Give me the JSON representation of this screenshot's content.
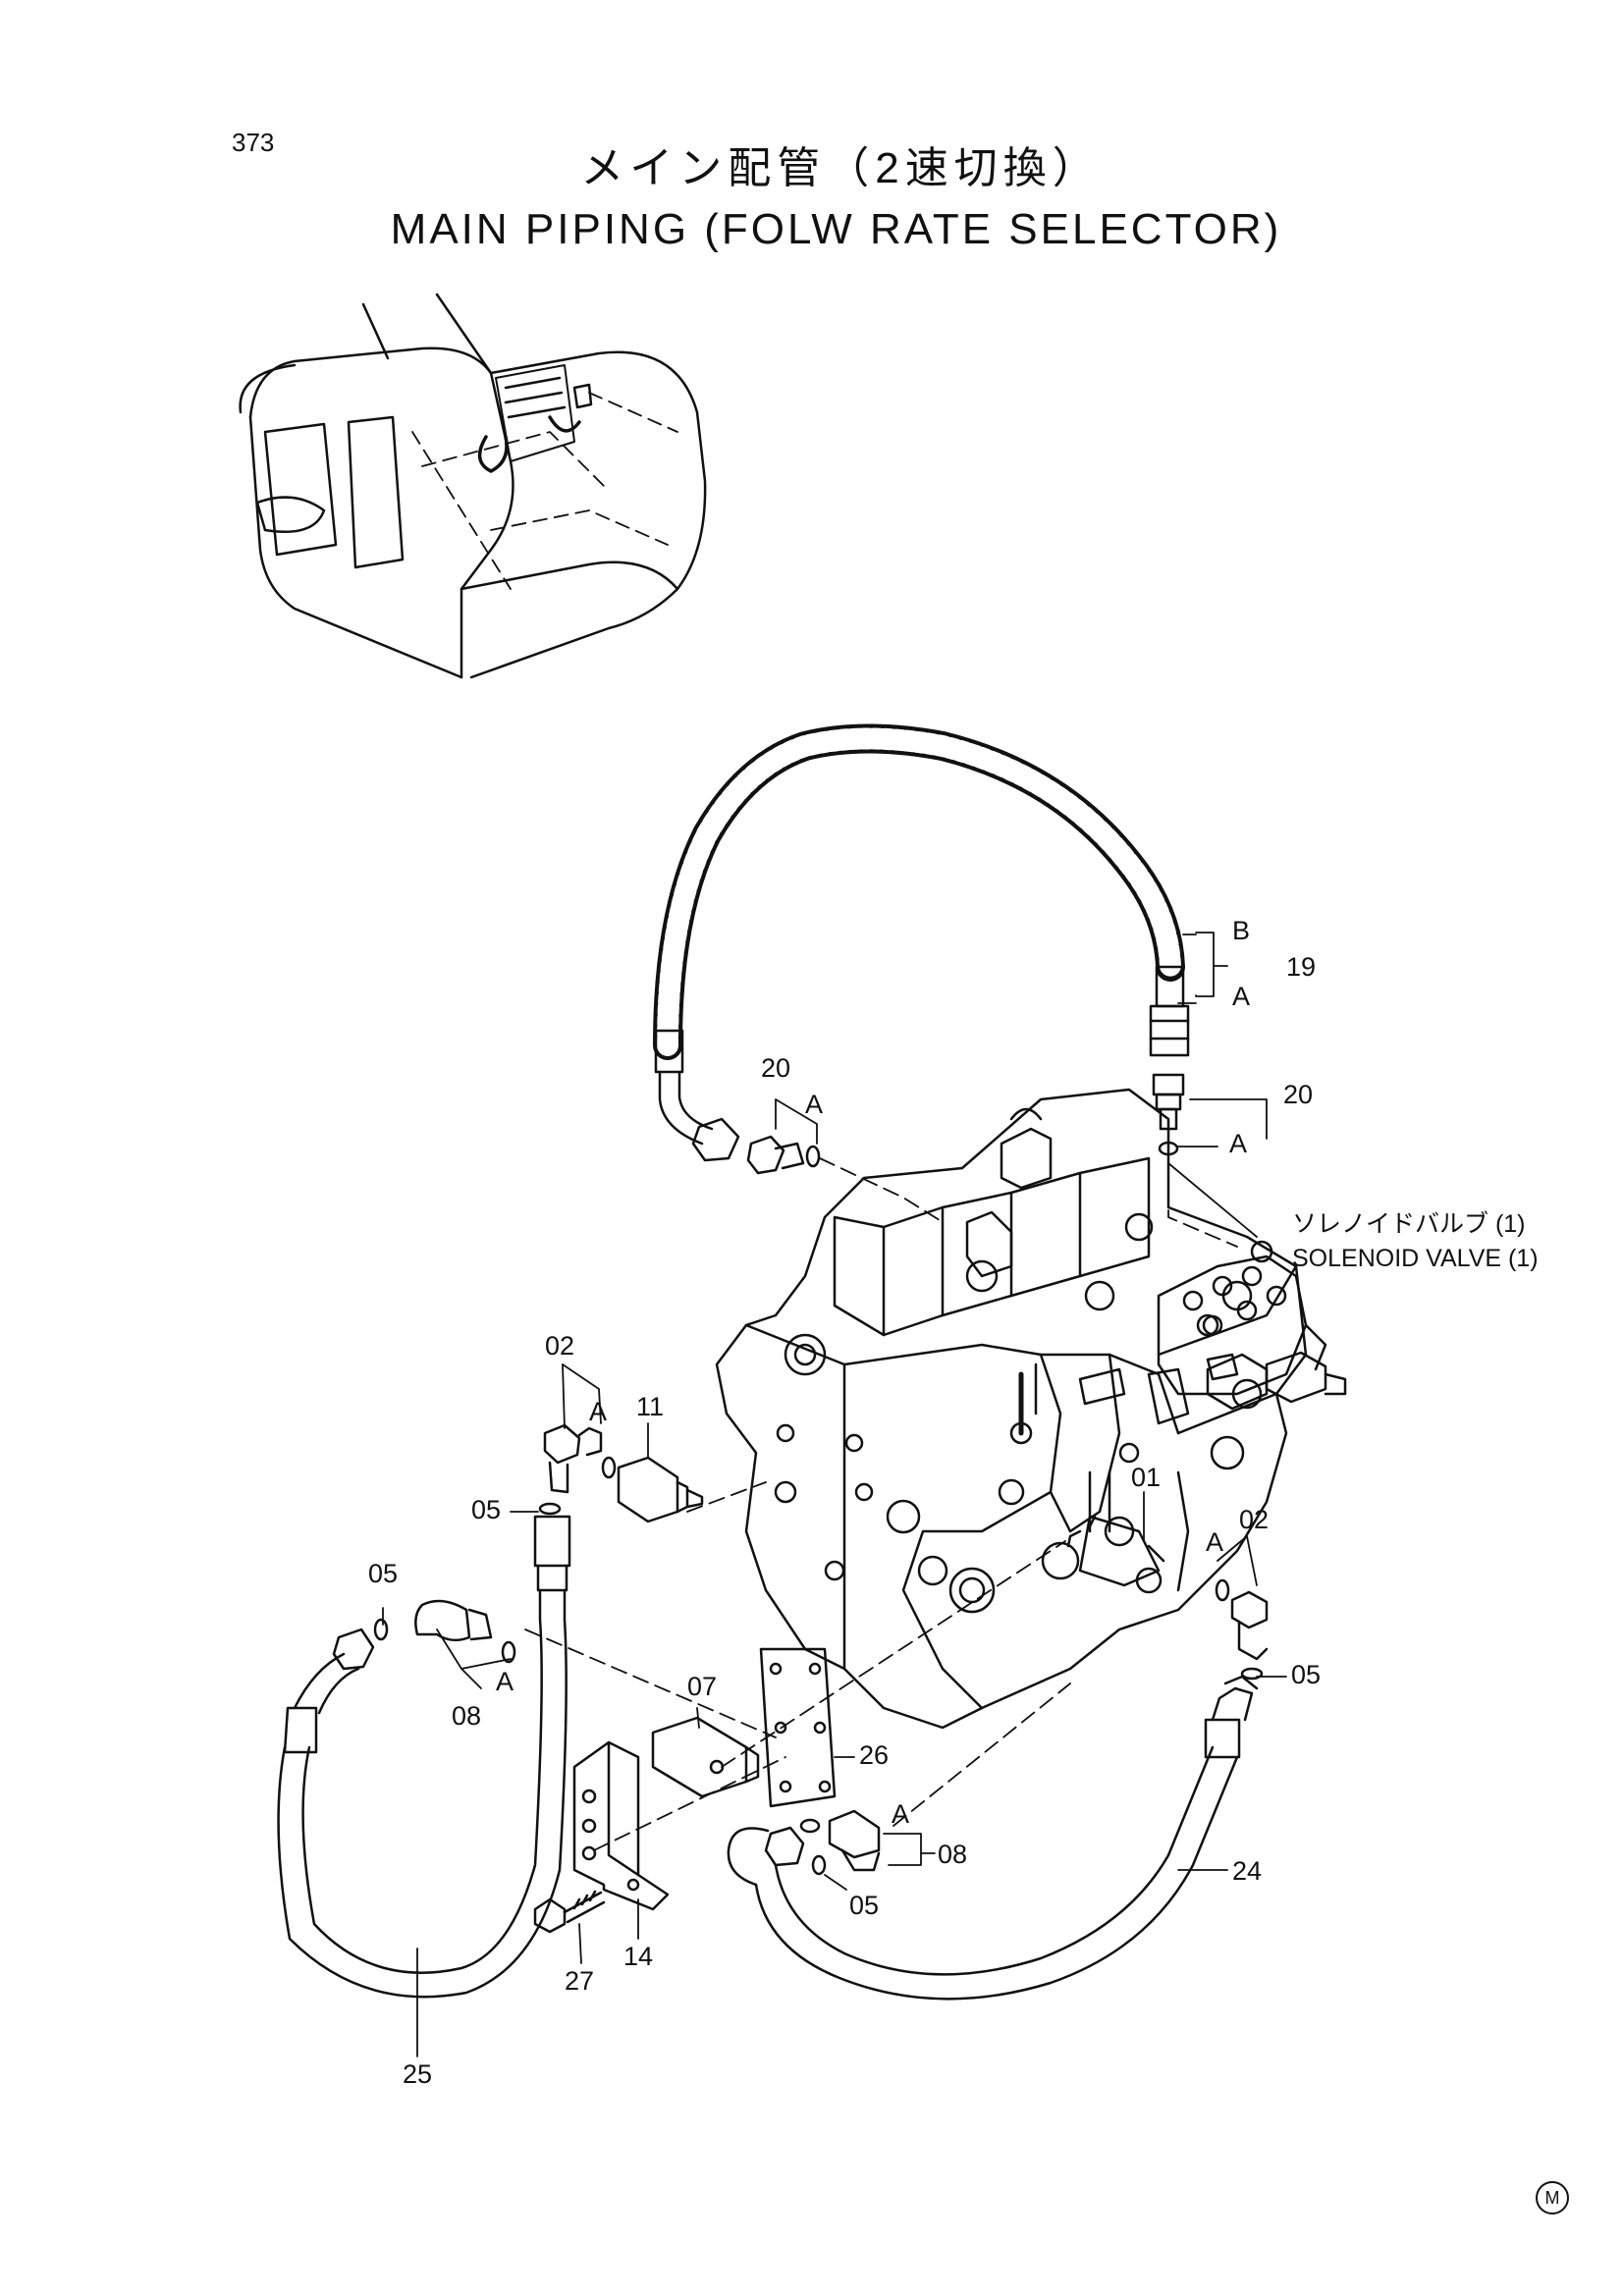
{
  "page_number": "373",
  "title_jp": "メイン配管（2速切換）",
  "title_en": "MAIN PIPING (FOLW RATE SELECTOR)",
  "callouts": {
    "c19": "19",
    "c19_b": "B",
    "c19_a": "A",
    "c20_left": "20",
    "c20_left_a": "A",
    "c20_right": "20",
    "c20_right_a": "A",
    "c02_left": "02",
    "c02_left_a": "A",
    "c11": "11",
    "c05_a": "05",
    "c05_b": "05",
    "c08_left": "08",
    "c08_left_a": "A",
    "c01": "01",
    "c02_right": "02",
    "c02_right_a": "A",
    "c05_c": "05",
    "c07": "07",
    "c26": "26",
    "c08_right": "08",
    "c08_right_a": "A",
    "c05_d": "05",
    "c24": "24",
    "c27": "27",
    "c14": "14",
    "c25": "25"
  },
  "solenoid_note_jp": "ソレノイドバルブ (1)",
  "solenoid_note_en": "SOLENOID VALVE (1)",
  "corner_mark": "M"
}
